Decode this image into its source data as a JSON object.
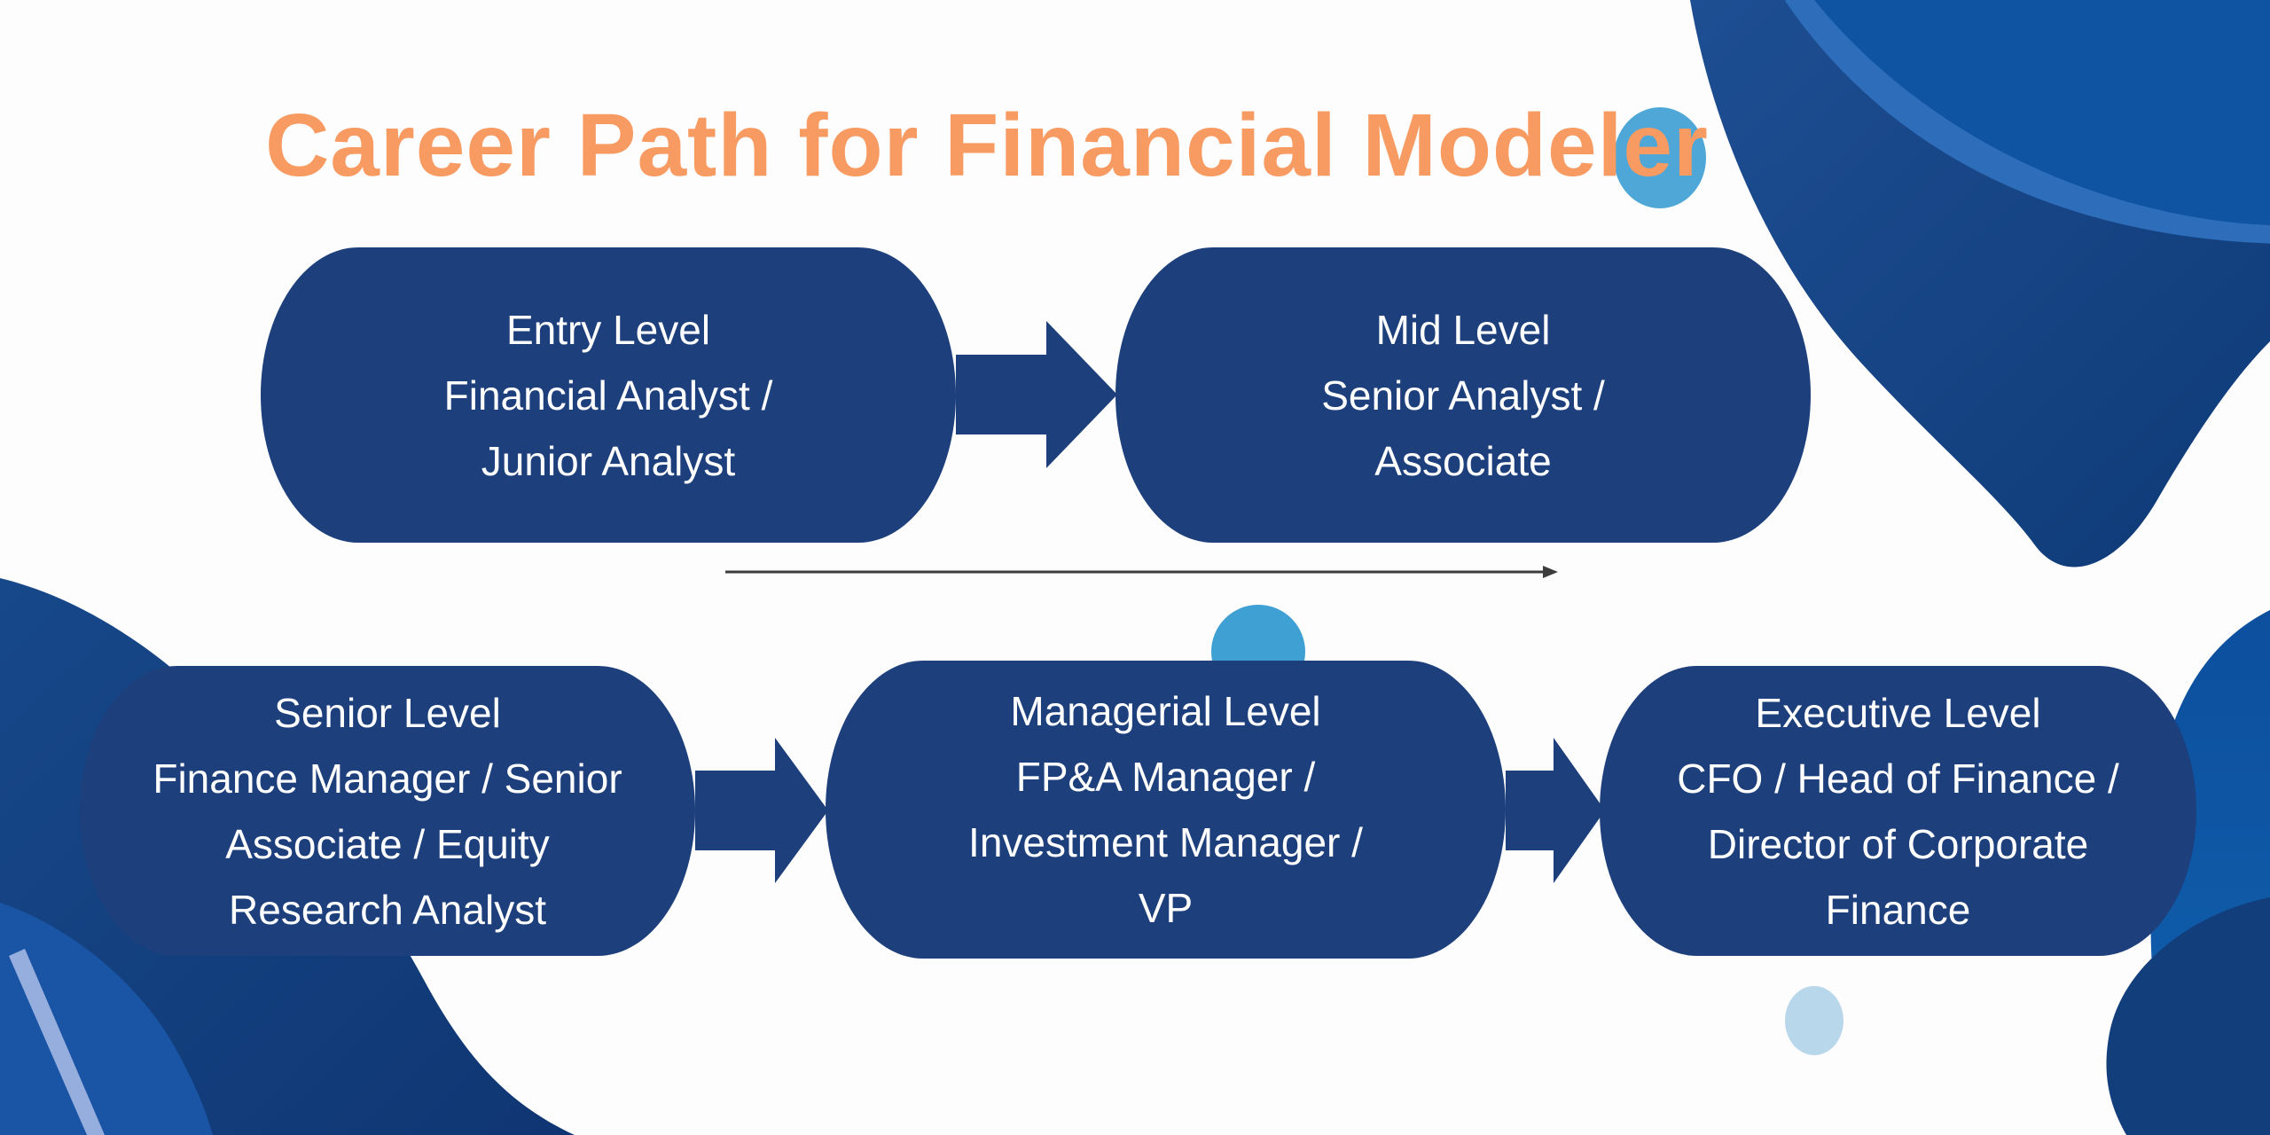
{
  "slide": {
    "title": "Career Path for Financial Modeler"
  },
  "boxes": [
    {
      "id": "entry-level",
      "lines": [
        "Entry Level",
        "Financial Analyst /",
        "Junior Analyst"
      ]
    },
    {
      "id": "mid-level",
      "lines": [
        "Mid Level",
        "Senior Analyst /",
        "Associate"
      ]
    },
    {
      "id": "senior-level",
      "lines": [
        "Senior Level",
        "Finance Manager / Senior",
        "Associate / Equity",
        "Research Analyst"
      ]
    },
    {
      "id": "managerial-level",
      "lines": [
        "Managerial Level",
        "FP&A Manager /",
        "Investment Manager /",
        "VP"
      ]
    },
    {
      "id": "executive-level",
      "lines": [
        "Executive Level",
        "CFO / Head of Finance /",
        "Director of Corporate",
        "Finance"
      ]
    }
  ],
  "flow": {
    "arrow_count": 3,
    "divider_style": "thin line with small right arrowhead"
  },
  "colors": {
    "title_accent": "#F89B63",
    "box_navy": "#1D3F7C",
    "arrow_navy": "#1D3F7C",
    "divider_gray": "#3C3C3C",
    "wave_dark_blue": "#11417F",
    "wave_medium_blue": "#0E55A3",
    "ribbon_blue": "#2D6DB9",
    "wedge_blue": "#1A55A5",
    "stripe_periwinkle": "#96AEDD",
    "circle_blue": "#46A3D5",
    "circle_pale_blue": "#B9D7EA",
    "text_white": "#FFFFFF",
    "background": "#FDFDFD"
  }
}
